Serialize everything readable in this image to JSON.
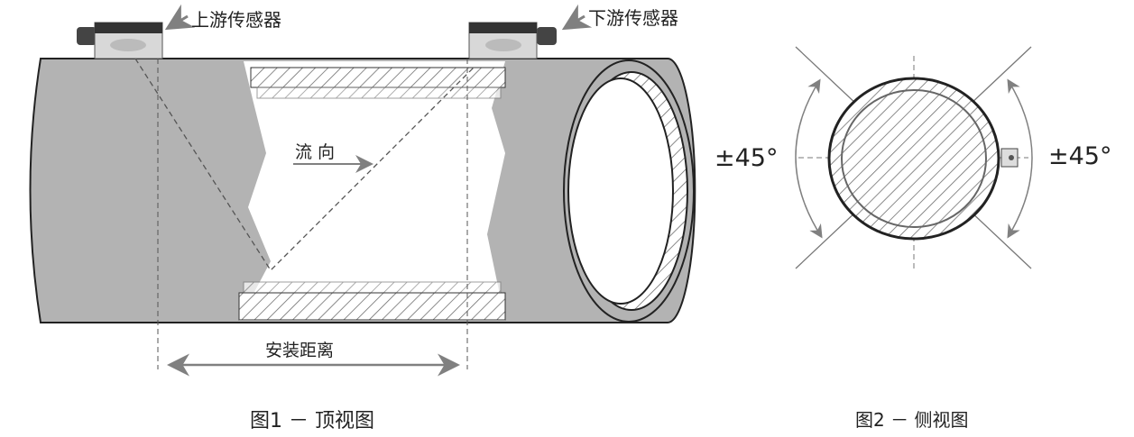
{
  "fig1": {
    "upstream_sensor": "上游传感器",
    "downstream_sensor": "下游传感器",
    "flow_direction": "流 向",
    "install_distance": "安装距离",
    "caption": "图1 － 顶视图"
  },
  "fig2": {
    "angle_left": "±45°",
    "angle_right": "±45°",
    "caption": "图2 － 侧视图"
  },
  "colors": {
    "pipe": "#b3b3b3",
    "line": "#555555",
    "arrow": "#808080"
  }
}
